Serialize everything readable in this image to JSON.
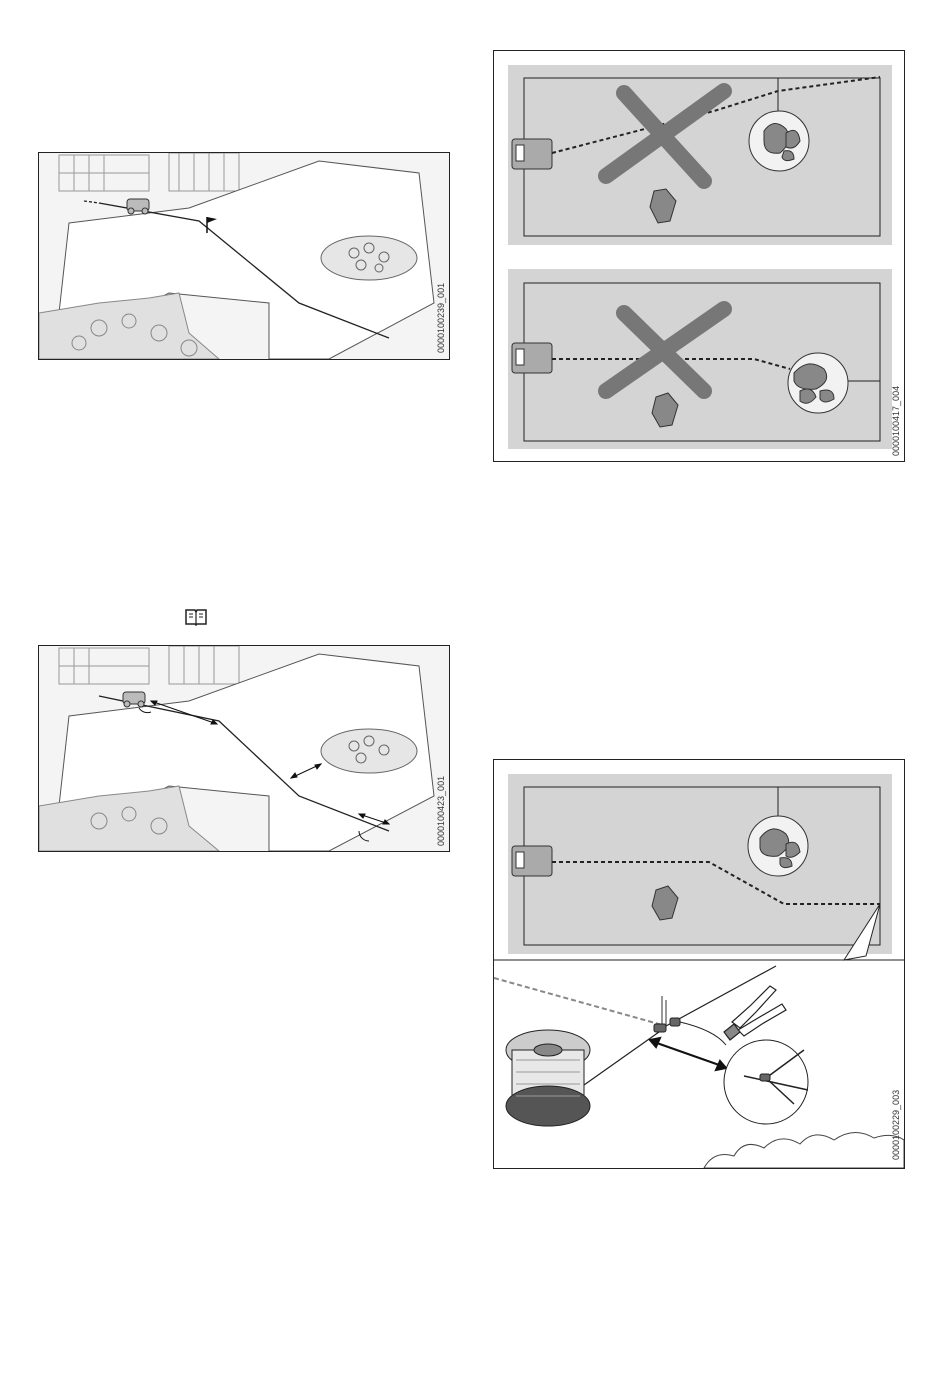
{
  "figures": {
    "lawn_boundary": {
      "id": "0000100239_001"
    },
    "lawn_distances": {
      "id": "0000100423_001"
    },
    "guide_wire_routing": {
      "id": "0000100417_004"
    },
    "wire_connection": {
      "id": "0000100229_003"
    }
  },
  "icons": {
    "manual_reference": "book-icon"
  },
  "colors": {
    "panel_gray": "#d4d4d4",
    "cross_gray": "#777777",
    "line": "#222222"
  }
}
